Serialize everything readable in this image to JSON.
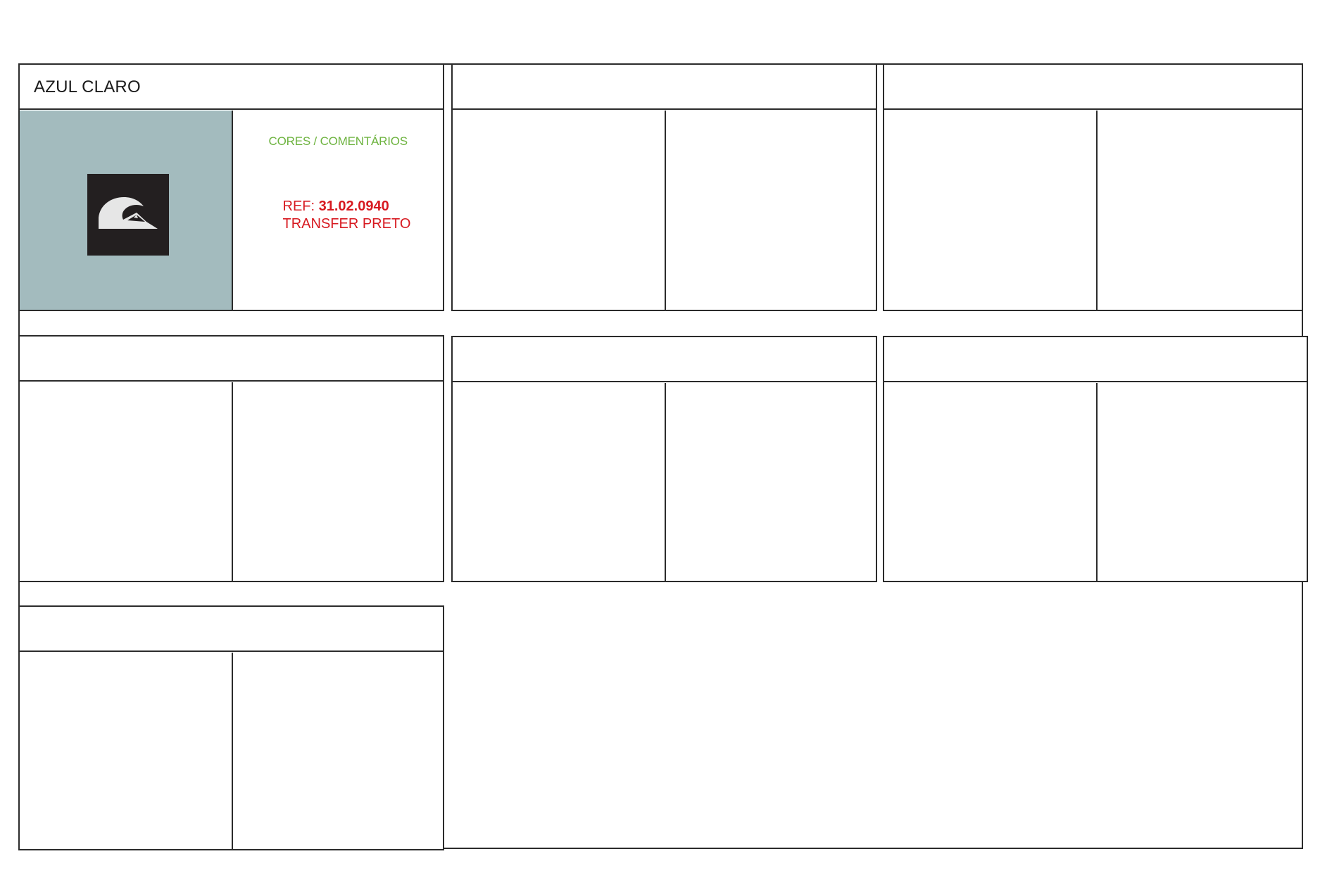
{
  "sheet": {
    "cards": [
      {
        "title": "AZUL CLARO",
        "swatch_color": "#a3bbbe",
        "logo_icon": "quiksilver-wave-logo-icon",
        "comments_heading": "CORES / COMENTÁRIOS",
        "ref_label": "REF: ",
        "ref_number": "31.02.0940",
        "print_description": "TRANSFER PRETO"
      },
      {
        "title": ""
      },
      {
        "title": ""
      },
      {
        "title": ""
      },
      {
        "title": ""
      },
      {
        "title": ""
      },
      {
        "title": ""
      }
    ]
  },
  "colors": {
    "comments_heading": "#6db33f",
    "ref_text": "#d71920",
    "logo_background": "#231f20",
    "logo_foreground": "#e6e6e6",
    "border": "#2b2b2b"
  }
}
